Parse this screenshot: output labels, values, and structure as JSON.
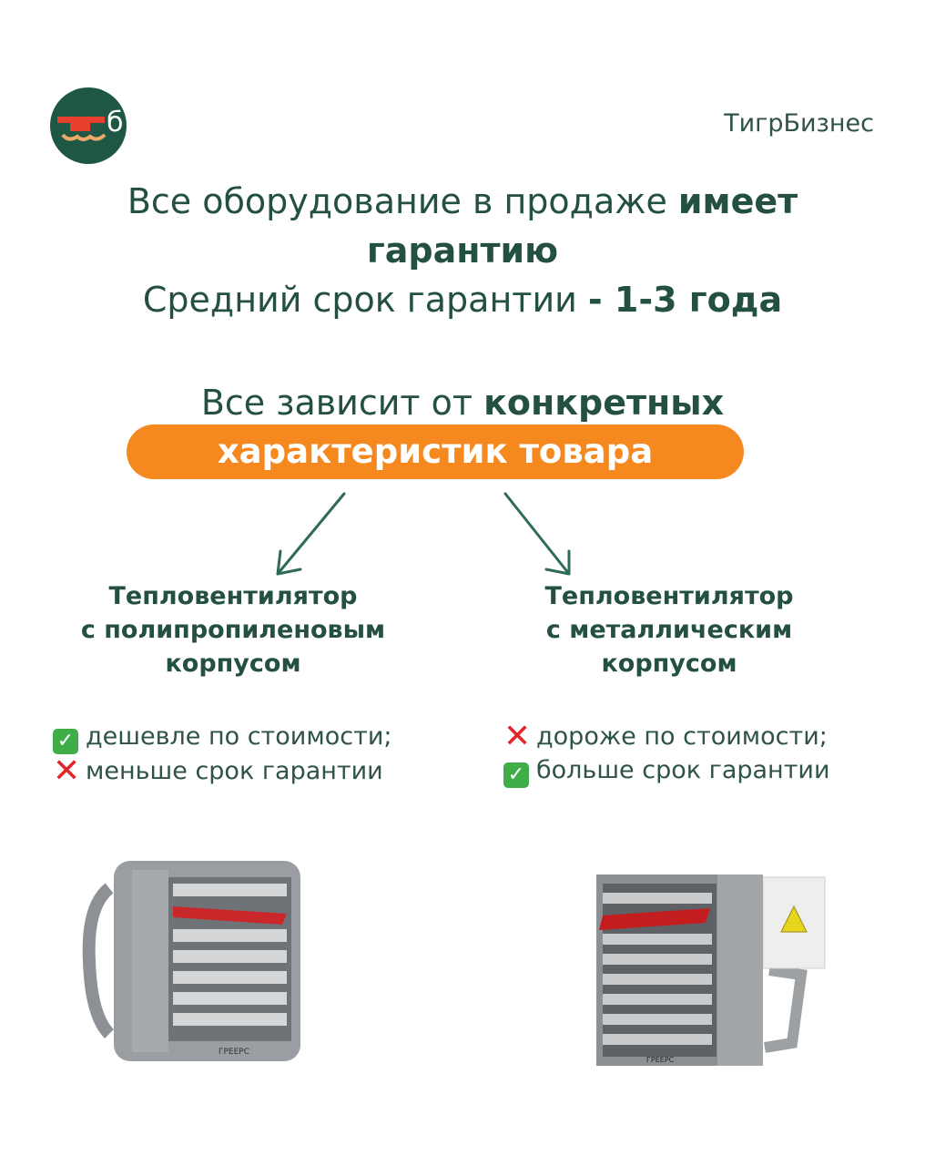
{
  "header": {
    "logo_text": "б",
    "brand": "ТигрБизнес"
  },
  "headline": {
    "line1_normal": "Все оборудование в продаже ",
    "line1_bold": "имеет",
    "line2_bold": "гарантию",
    "line3_normal": "Средний срок гарантии ",
    "line3_bold": "- 1-3 года"
  },
  "depends": {
    "normal": "Все зависит от ",
    "bold": "конкретных",
    "pill": "характеристик товара"
  },
  "columns": [
    {
      "title": [
        "Тепловентилятор",
        "с полипропиленовым",
        "корпусом"
      ],
      "items": [
        {
          "icon": "check-icon",
          "text": "дешевле по стоимости;"
        },
        {
          "icon": "cross-icon",
          "text": "меньше срок гарантии"
        }
      ],
      "product_label": "ГРЕЕРС"
    },
    {
      "title": [
        "Тепловентилятор",
        "с металлическим",
        "корпусом"
      ],
      "items": [
        {
          "icon": "cross-icon",
          "text": "дороже по стоимости;"
        },
        {
          "icon": "check-icon",
          "text": "больше срок гарантии"
        }
      ],
      "product_label": "ГРЕЕРС"
    }
  ],
  "colors": {
    "green": "#23503f",
    "orange": "#f5891f",
    "logo_bg": "#1f5745",
    "check": "#3fae49",
    "cross": "#e0262a"
  }
}
